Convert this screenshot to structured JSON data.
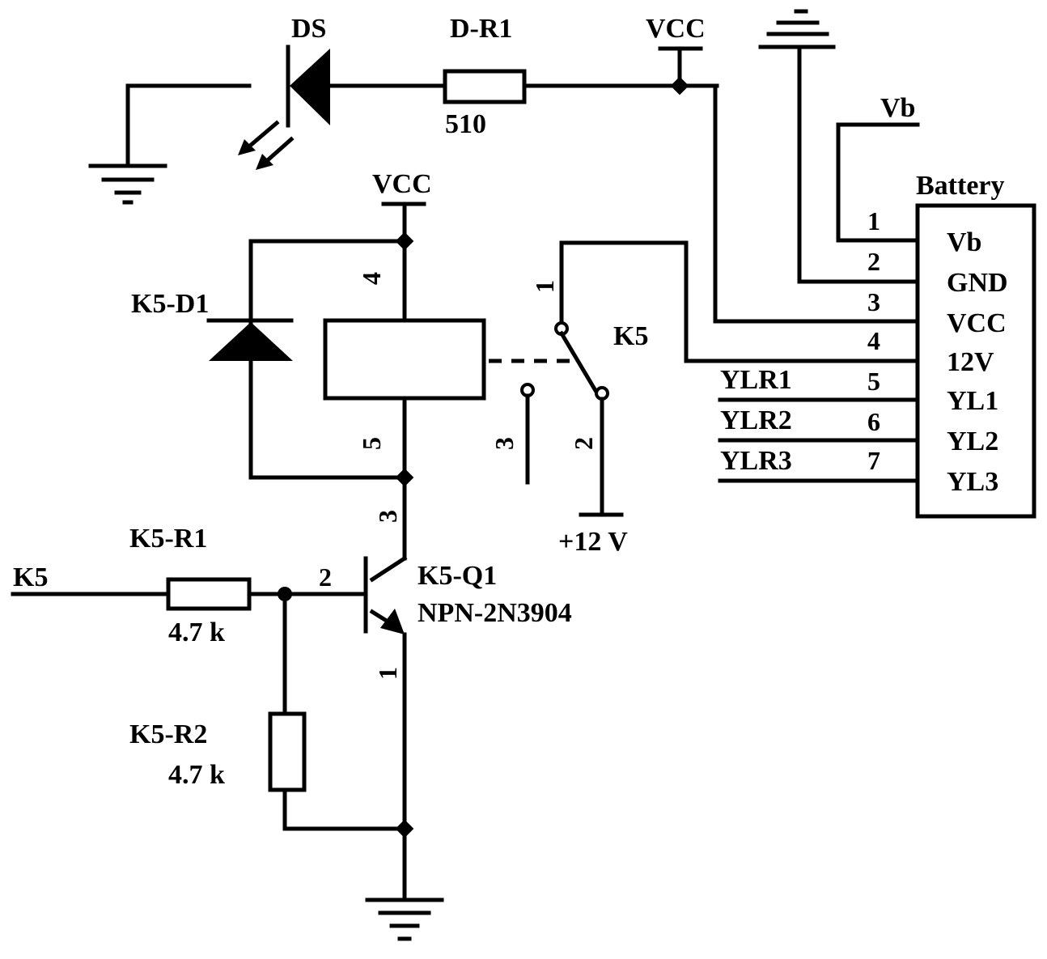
{
  "led": {
    "ref": "DS"
  },
  "led_resistor": {
    "ref": "D-R1",
    "value": "510"
  },
  "power": {
    "vcc_top": "VCC",
    "vcc_relay": "VCC",
    "plus12": "+12 V"
  },
  "relay_diode": {
    "ref": "K5-D1"
  },
  "relay": {
    "ref": "K5",
    "coil_pin_top": "4",
    "coil_pin_bottom": "5",
    "contact_common": "1",
    "contact_no": "2",
    "contact_nc": "3"
  },
  "transistor": {
    "ref": "K5-Q1",
    "part": "NPN-2N3904",
    "pin_collector": "3",
    "pin_base": "2",
    "pin_emitter": "1"
  },
  "base_resistor": {
    "ref": "K5-R1",
    "value": "4.7 k"
  },
  "pulldown_resistor": {
    "ref": "K5-R2",
    "value": "4.7 k"
  },
  "input_net": "K5",
  "battery_net": "Vb",
  "connector": {
    "title": "Battery",
    "pins": [
      {
        "num": "1",
        "name": "Vb"
      },
      {
        "num": "2",
        "name": "GND"
      },
      {
        "num": "3",
        "name": "VCC"
      },
      {
        "num": "4",
        "name": "12V"
      },
      {
        "num": "5",
        "name": "YL1"
      },
      {
        "num": "6",
        "name": "YL2"
      },
      {
        "num": "7",
        "name": "YL3"
      }
    ]
  },
  "net_labels": [
    "YLR1",
    "YLR2",
    "YLR3"
  ]
}
